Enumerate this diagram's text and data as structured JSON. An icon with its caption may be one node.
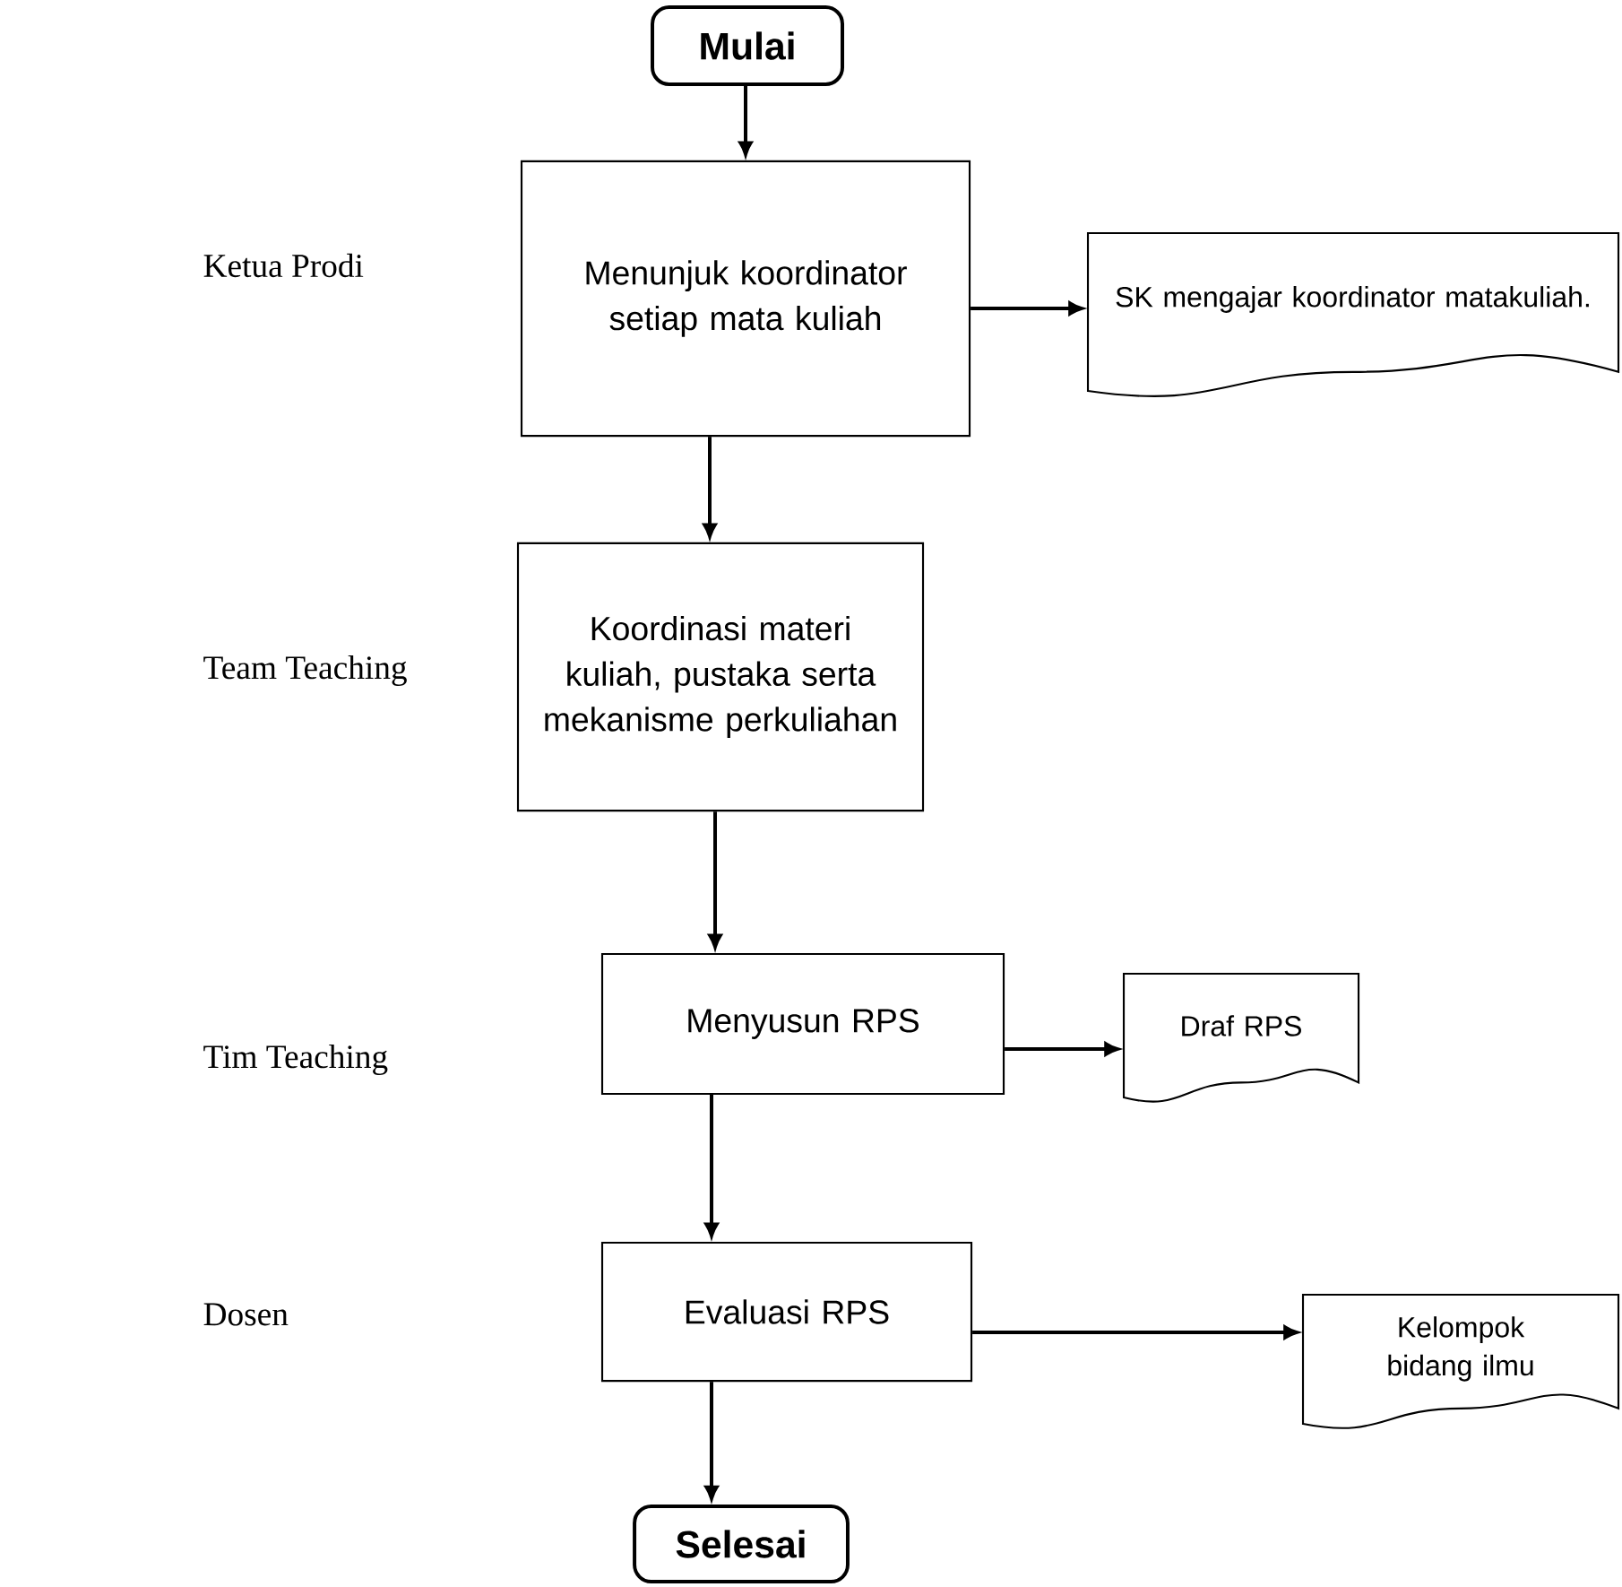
{
  "diagram": {
    "nodes": [
      {
        "text": [
          "Mulai"
        ]
      },
      {
        "text": [
          "Menunjuk koordinator setiap mata kuliah"
        ]
      },
      {
        "text": [
          "SK mengajar koordinator matakuliah."
        ]
      },
      {
        "text": [
          "Koordinasi materi kuliah, pustaka serta mekanisme perkuliahan"
        ]
      },
      {
        "text": [
          "Menyusun RPS"
        ]
      },
      {
        "text": [
          "Draf RPS"
        ]
      },
      {
        "text": [
          "Evaluasi RPS"
        ]
      },
      {
        "text": [
          "Kelompok bidang ilmu"
        ]
      },
      {
        "text": [
          "Selesai"
        ]
      }
    ],
    "edges": [
      {
        "from": 0,
        "to": 1,
        "arrow": "to"
      },
      {
        "from": 1,
        "to": 2,
        "arrow": "to"
      },
      {
        "from": 1,
        "to": 3,
        "arrow": "to"
      },
      {
        "from": 3,
        "to": 4,
        "arrow": "to"
      },
      {
        "from": 4,
        "to": 5,
        "arrow": "to"
      },
      {
        "from": 4,
        "to": 6,
        "arrow": "to"
      },
      {
        "from": 6,
        "to": 7,
        "arrow": "to"
      },
      {
        "from": 6,
        "to": 8,
        "arrow": "to"
      }
    ],
    "labels": [
      "Ketua Prodi",
      "Team Teaching",
      "Tim Teaching",
      "Dosen"
    ]
  }
}
